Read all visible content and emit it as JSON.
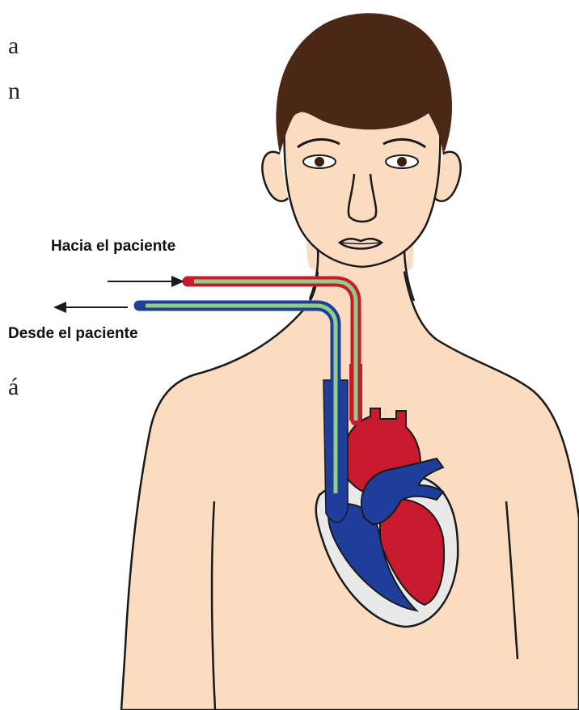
{
  "labels": {
    "to_patient": "Hacia el paciente",
    "from_patient": "Desde el paciente"
  },
  "text_fragments": [
    "a",
    "n",
    "á"
  ],
  "colors": {
    "skin": "#fbdcc1",
    "hair": "#4b2815",
    "outline": "#1a1a1a",
    "artery_red": "#c8192f",
    "vein_blue": "#1f3d9a",
    "catheter_green": "#8fcf83"
  }
}
